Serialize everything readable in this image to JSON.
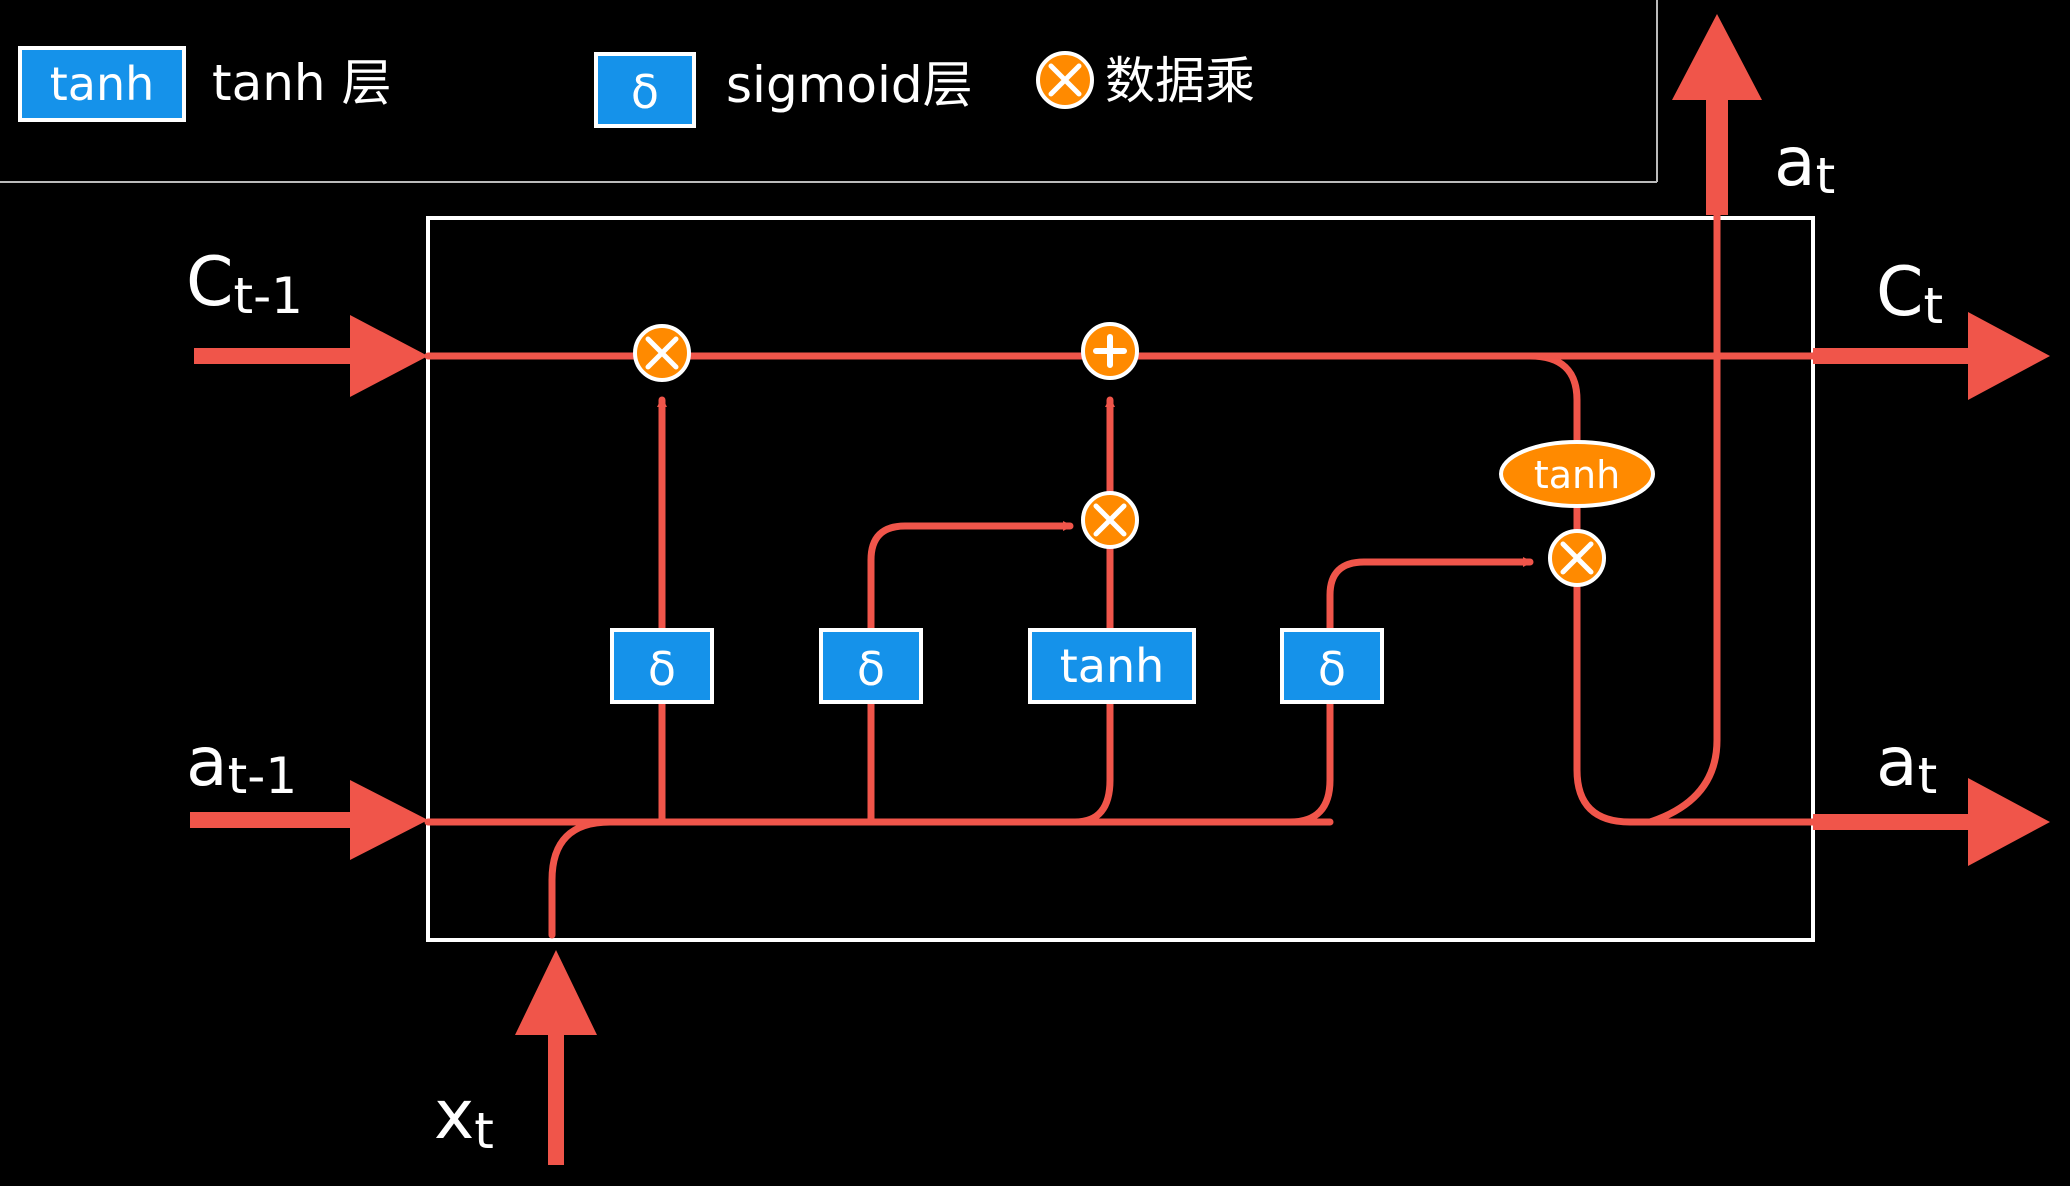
{
  "legend": {
    "tanh_box": "tanh",
    "tanh_text": "tanh 层",
    "sigmoid_box": "δ",
    "sigmoid_text": "sigmoid层",
    "multiply_text": "数据乘"
  },
  "inputs": {
    "c_prev": {
      "base": "C",
      "sub": "t-1"
    },
    "a_prev": {
      "base": "a",
      "sub": "t-1"
    },
    "x_t": {
      "base": "x",
      "sub": "t"
    }
  },
  "outputs": {
    "c_t": {
      "base": "C",
      "sub": "t"
    },
    "a_t_right": {
      "base": "a",
      "sub": "t"
    },
    "a_t_top": {
      "base": "a",
      "sub": "t"
    }
  },
  "gates": {
    "forget": "δ",
    "input": "δ",
    "candidate": "tanh",
    "output": "δ",
    "cell_tanh": "tanh"
  },
  "colors": {
    "line": "#f0554a",
    "gate_fill": "#1592ea",
    "op_fill": "#ff8a00",
    "background": "#000000",
    "frame": "#ffffff"
  }
}
